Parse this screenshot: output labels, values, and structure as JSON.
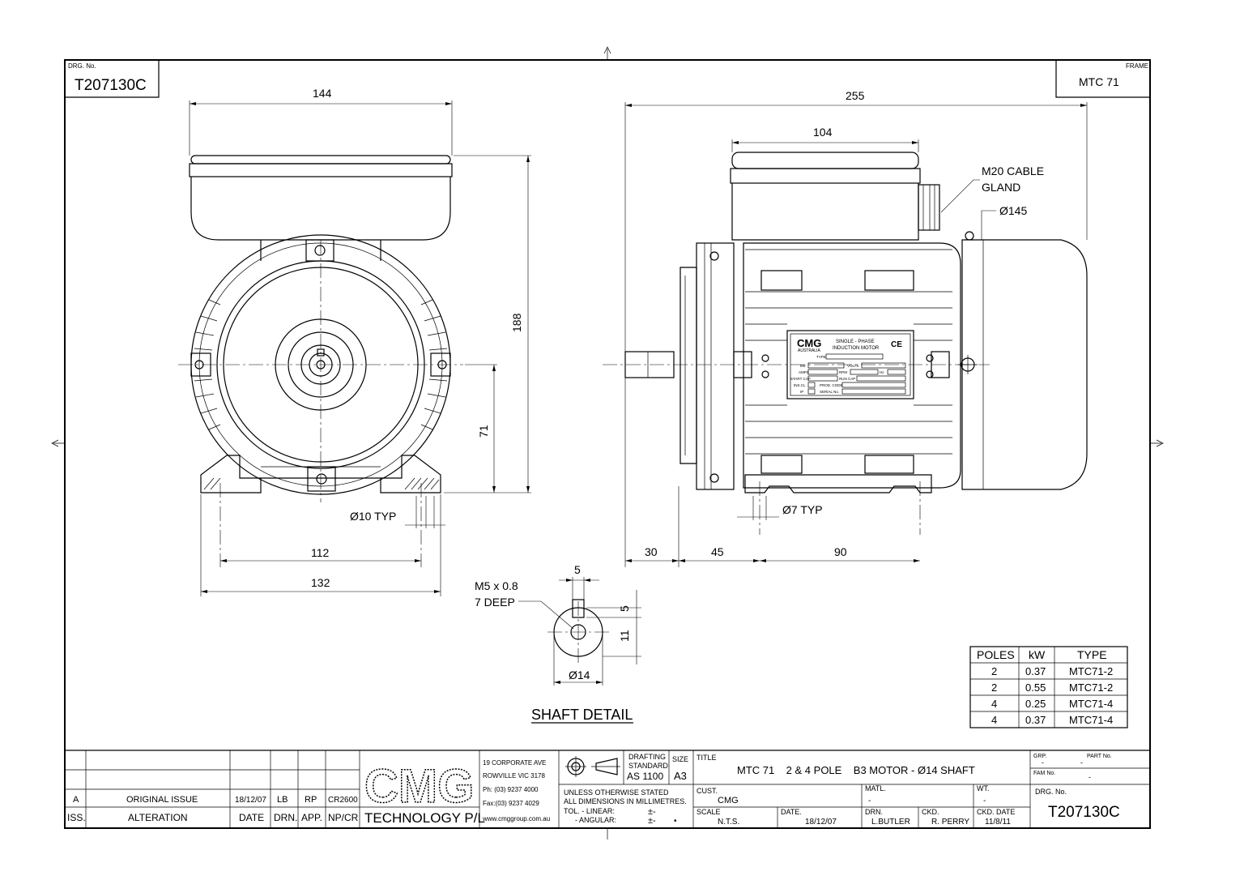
{
  "drawing": {
    "drg_no_label": "DRG. No.",
    "drg_no": "T207130C",
    "frame_label": "FRAME",
    "frame": "MTC 71"
  },
  "front_view": {
    "dim_144": "144",
    "dim_188": "188",
    "dim_71": "71",
    "dim_hole": "Ø10 TYP",
    "dim_112": "112",
    "dim_132": "132"
  },
  "side_view": {
    "dim_255": "255",
    "dim_104": "104",
    "gland_line1": "M20 CABLE",
    "gland_line2": "GLAND",
    "dim_145": "Ø145",
    "dim_hole": "Ø7 TYP",
    "dim_30": "30",
    "dim_45": "45",
    "dim_90": "90"
  },
  "nameplate": {
    "brand": "CMG",
    "brand_sub": "AUSTRALIA",
    "line1": "SINGLE - PHASE",
    "line2": "INDUCTION MOTOR",
    "ce": "CE",
    "type": "TYPE",
    "kw": "kW",
    "volts": "VOLTS",
    "amps": "AMPS",
    "rpm": "RPM",
    "hz": "Hz",
    "start_cap": "START CAP",
    "run_cap": "RUN CAP",
    "ins_cl": "INS.CL",
    "prod_code": "PROD. CODE",
    "ip": "IP",
    "serial": "SERIAL No."
  },
  "shaft_detail": {
    "title": "SHAFT DETAIL",
    "thread_line1": "M5 x 0.8",
    "thread_line2": "7 DEEP",
    "dim_5_top": "5",
    "dim_5_side": "5",
    "dim_11": "11",
    "dim_14": "Ø14"
  },
  "poles_table": {
    "headers": [
      "POLES",
      "kW",
      "TYPE"
    ],
    "rows": [
      [
        "2",
        "0.37",
        "MTC71-2"
      ],
      [
        "2",
        "0.55",
        "MTC71-2"
      ],
      [
        "4",
        "0.25",
        "MTC71-4"
      ],
      [
        "4",
        "0.37",
        "MTC71-4"
      ]
    ]
  },
  "title_block": {
    "rev_letter": "A",
    "rev_text": "ORIGINAL ISSUE",
    "rev_date": "18/12/07",
    "rev_drn": "LB",
    "rev_app": "RP",
    "rev_np": "CR2600",
    "h_iss": "ISS.",
    "h_alteration": "ALTERATION",
    "h_date": "DATE",
    "h_drn": "DRN.",
    "h_app": "APP.",
    "h_npcr": "NP/CR",
    "company_logo": "CMG",
    "company_name": "TECHNOLOGY P/L",
    "addr1": "19 CORPORATE AVE",
    "addr2": "ROWVILLE VIC 3178",
    "phone": "Ph: (03) 9237 4000",
    "fax": "Fax:(03) 9237 4029",
    "web": "www.cmggroup.com.au",
    "std1": "DRAFTING",
    "std2": "STANDARD",
    "std3": "AS 1100",
    "size_label": "SIZE",
    "size": "A3",
    "unless1": "UNLESS OTHERWISE STATED",
    "unless2": "ALL DIMENSIONS IN MILLIMETRES.",
    "tol_linear": "TOL.  - LINEAR:",
    "tol_angular": "- ANGULAR:",
    "tol_pm1": "±-",
    "tol_pm2": "±-",
    "tol_dot": "•",
    "title_label": "TITLE",
    "title": "MTC 71    2 & 4 POLE    B3 MOTOR - Ø14 SHAFT",
    "grp_label": "GRP.",
    "grp": "-",
    "part_label": "PART No.",
    "part": "-",
    "fam_label": "FAM No.",
    "fam": "-",
    "cust_label": "CUST.",
    "cust": "CMG",
    "matl_label": "MATL.",
    "matl": "-",
    "wt_label": "WT.",
    "wt": "-",
    "drg_label": "DRG. No.",
    "drg": "T207130C",
    "scale_label": "SCALE",
    "scale": "N.T.S.",
    "date_label": "DATE.",
    "date": "18/12/07",
    "drn_label": "DRN.",
    "drn": "L.BUTLER",
    "ckd_label": "CKD.",
    "ckd": "R. PERRY",
    "ckd_date_label": "CKD. DATE",
    "ckd_date": "11/8/11"
  }
}
